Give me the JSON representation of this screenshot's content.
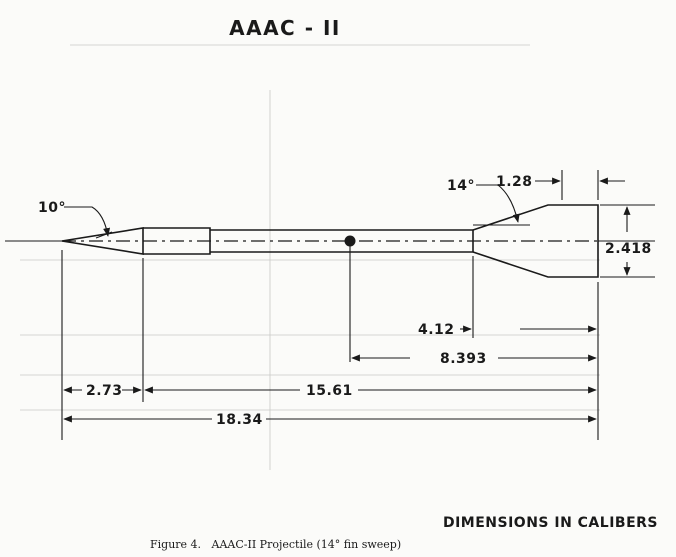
{
  "title": "AAAC - II",
  "units_label": "DIMENSIONS IN CALIBERS",
  "caption": "Figure 4.   AAAC-II Projectile (14° fin sweep)",
  "annotations": {
    "nose_angle": "10°",
    "fin_angle": "14°"
  },
  "dimensions": {
    "fin_chord": "1.28",
    "fin_span": "2.418",
    "cg_to_fin": "4.12",
    "cg_to_base": "8.393",
    "nose_length": "2.73",
    "body_length": "15.61",
    "overall_length": "18.34"
  }
}
